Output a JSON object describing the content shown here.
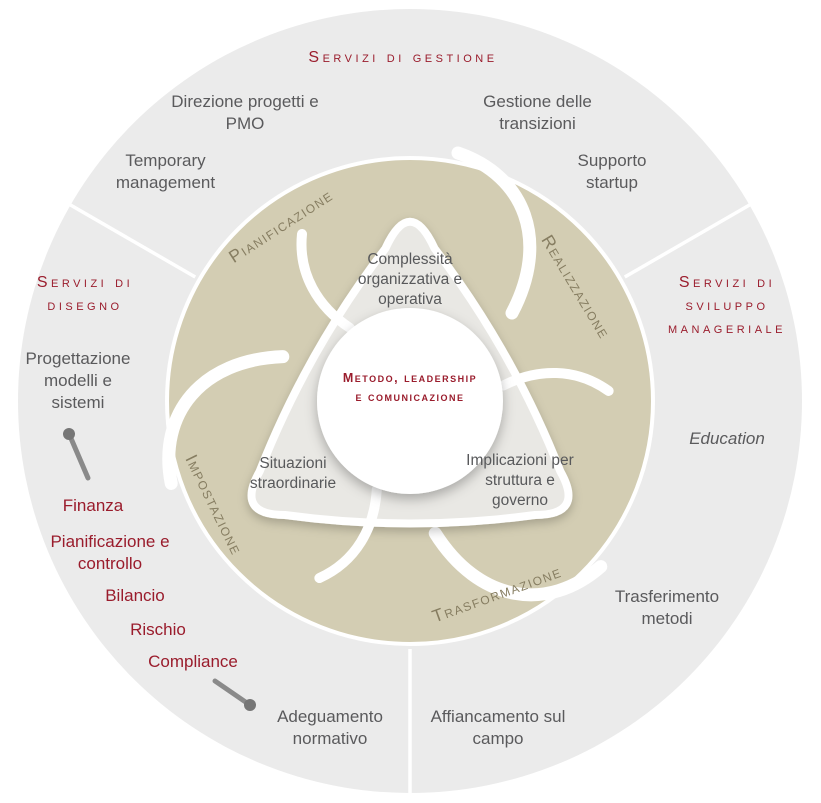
{
  "colors": {
    "accent_red": "#9a1c2c",
    "outer_ring_gray": "#ebebeb",
    "process_ring_beige": "#d3cdb3",
    "triangle_gray": "#e9e8e4",
    "text_gray": "#5a5a5c",
    "ring_label_olive": "#867d61",
    "center_circle": "#ffffff"
  },
  "outer": {
    "gestione_title": "Servizi di gestione",
    "disegno_title": "Servizi di disegno",
    "sviluppo_title": "Servizi di sviluppo manageriale",
    "gestione_items": {
      "direzione": "Direzione progetti e PMO",
      "gestione_transizioni": "Gestione delle transizioni",
      "temporary": "Temporary management",
      "supporto": "Supporto startup"
    },
    "disegno_items": {
      "progettazione": "Progettazione modelli e sistemi",
      "finanza": "Finanza",
      "pianificazione_controllo": "Pianificazione e controllo",
      "bilancio": "Bilancio",
      "rischio": "Rischio",
      "compliance": "Compliance",
      "adeguamento": "Adeguamento normativo"
    },
    "sviluppo_items": {
      "education": "Education",
      "trasferimento": "Trasferimento metodi",
      "affiancamento": "Affiancamento sul campo"
    }
  },
  "ring": {
    "pianificazione": "Pianificazione",
    "realizzazione": "Realizzazione",
    "trasformazione": "Trasformazione",
    "impostazione": "Impostazione"
  },
  "inner": {
    "complessita": "Complessità organizzativa e operativa",
    "situazioni": "Situazioni straordinarie",
    "implicazioni": "Implicazioni per struttura e governo",
    "center": "Metodo, leadership e comunicazione"
  }
}
